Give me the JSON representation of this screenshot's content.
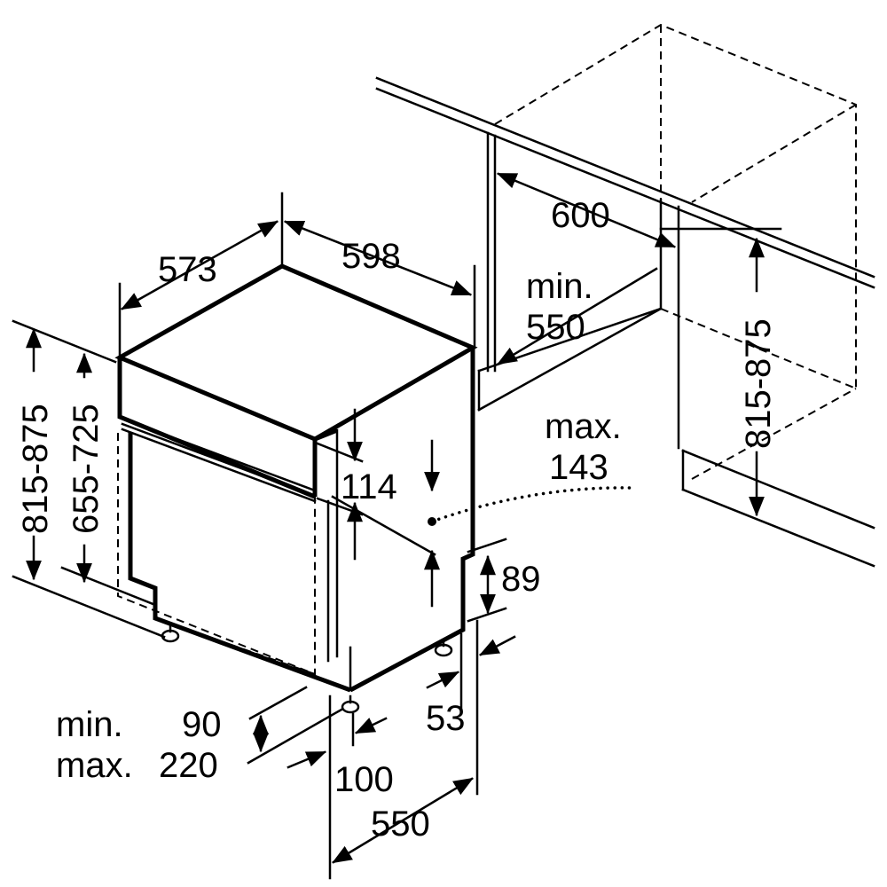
{
  "dimensions": {
    "depth_573": "573",
    "width_598": "598",
    "niche_width_600": "600",
    "niche_depth_min_label": "min.",
    "niche_depth_min_value": "550",
    "height_range_left": "815-875",
    "panel_height_range": "655-725",
    "niche_height_range": "815-875",
    "max_label": "max.",
    "max_value": "143",
    "gap_114": "114",
    "gap_89": "89",
    "offset_53": "53",
    "plinth_min_label": "min.",
    "plinth_min_value": "90",
    "plinth_max_label": "max.",
    "plinth_max_value": "220",
    "foot_100": "100",
    "depth_550": "550"
  }
}
